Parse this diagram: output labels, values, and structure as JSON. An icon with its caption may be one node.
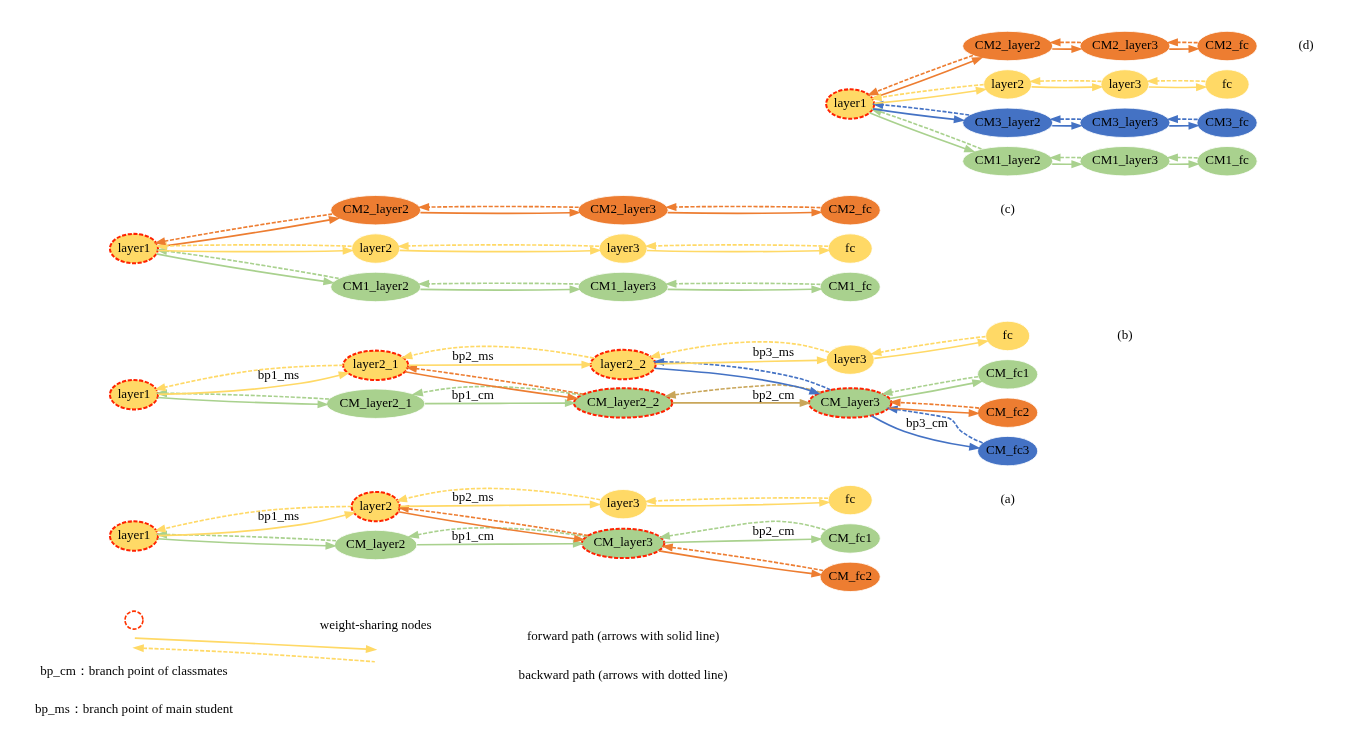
{
  "diagram": {
    "nodes": [
      {
        "text": [
          "CM_fc2"
        ]
      },
      {
        "text": [
          "CM_layer2"
        ]
      },
      {
        "text": [
          "CM_layer3"
        ]
      },
      {
        "text": [
          "CM_fc1"
        ]
      },
      {
        "text": [
          "layer1"
        ]
      },
      {
        "text": [
          "layer2"
        ]
      },
      {
        "text": [
          "layer3"
        ]
      },
      {
        "text": [
          "fc"
        ]
      },
      {
        "text": [
          "CM_fc3"
        ]
      },
      {
        "text": [
          "CM_layer2_1"
        ]
      },
      {
        "text": [
          "CM_layer2_2"
        ]
      },
      {
        "text": [
          "CM_layer3"
        ]
      },
      {
        "text": [
          "CM_fc2"
        ]
      },
      {
        "text": [
          "CM_fc1"
        ]
      },
      {
        "text": [
          "layer1"
        ]
      },
      {
        "text": [
          "layer2_1"
        ]
      },
      {
        "text": [
          "layer2_2"
        ]
      },
      {
        "text": [
          "layer3"
        ]
      },
      {
        "text": [
          "fc"
        ]
      },
      {
        "text": [
          "CM1_layer2"
        ]
      },
      {
        "text": [
          "CM1_layer3"
        ]
      },
      {
        "text": [
          "CM1_fc"
        ]
      },
      {
        "text": [
          "layer1"
        ]
      },
      {
        "text": [
          "layer2"
        ]
      },
      {
        "text": [
          "layer3"
        ]
      },
      {
        "text": [
          "fc"
        ]
      },
      {
        "text": [
          "CM2_layer2"
        ]
      },
      {
        "text": [
          "CM2_layer3"
        ]
      },
      {
        "text": [
          "CM2_fc"
        ]
      },
      {
        "text": [
          "CM1_layer2"
        ]
      },
      {
        "text": [
          "CM1_layer3"
        ]
      },
      {
        "text": [
          "CM1_fc"
        ]
      },
      {
        "text": [
          "CM3_layer2"
        ]
      },
      {
        "text": [
          "CM3_layer3"
        ]
      },
      {
        "text": [
          "CM3_fc"
        ]
      },
      {
        "text": [
          "layer1"
        ]
      },
      {
        "text": [
          "layer2"
        ]
      },
      {
        "text": [
          "layer3"
        ]
      },
      {
        "text": [
          "fc"
        ]
      },
      {
        "text": [
          "CM2_layer2"
        ]
      },
      {
        "text": [
          "CM2_layer3"
        ]
      },
      {
        "text": [
          "CM2_fc"
        ]
      }
    ],
    "edges": [
      {
        "from": 4,
        "to": 1,
        "arrow": "to",
        "color": "#a9d18e"
      },
      {
        "from": 1,
        "to": 4,
        "arrow": "to",
        "style": "dashed",
        "color": "#a9d18e"
      },
      {
        "from": 1,
        "to": 2,
        "arrow": "to",
        "label": "bp1_cm",
        "color": "#a9d18e"
      },
      {
        "from": 2,
        "to": 1,
        "arrow": "to",
        "style": "dashed",
        "color": "#a9d18e"
      },
      {
        "from": 2,
        "to": 3,
        "arrow": "to",
        "label": "bp2_cm",
        "color": "#a9d18e"
      },
      {
        "from": 3,
        "to": 2,
        "arrow": "to",
        "style": "dashed",
        "color": "#a9d18e"
      },
      {
        "from": 5,
        "to": 2,
        "arrow": "to",
        "color": "#ed7d31"
      },
      {
        "from": 2,
        "to": 0,
        "arrow": "to",
        "color": "#ed7d31"
      },
      {
        "from": 0,
        "to": 2,
        "arrow": "to",
        "style": "dashed",
        "color": "#ed7d31"
      },
      {
        "from": 2,
        "to": 5,
        "arrow": "to",
        "style": "dashed",
        "color": "#ed7d31"
      },
      {
        "from": 4,
        "to": 5,
        "arrow": "to",
        "label": "bp1_ms"
      },
      {
        "from": 5,
        "to": 4,
        "arrow": "to",
        "style": "dashed"
      },
      {
        "from": 5,
        "to": 6,
        "arrow": "to",
        "label": "bp2_ms"
      },
      {
        "from": 6,
        "to": 5,
        "arrow": "to",
        "style": "dashed"
      },
      {
        "from": 6,
        "to": 7,
        "arrow": "to"
      },
      {
        "from": 7,
        "to": 6,
        "arrow": "to",
        "style": "dashed"
      },
      {
        "from": 14,
        "to": 9,
        "arrow": "to",
        "color": "#a9d18e"
      },
      {
        "from": 9,
        "to": 14,
        "arrow": "to",
        "style": "dashed",
        "color": "#a9d18e"
      },
      {
        "from": 9,
        "to": 10,
        "arrow": "to",
        "label": "bp1_cm",
        "color": "#a9d18e"
      },
      {
        "from": 10,
        "to": 9,
        "arrow": "to",
        "style": "dashed",
        "color": "#a9d18e"
      },
      {
        "from": 15,
        "to": 10,
        "arrow": "to",
        "color": "#ed7d31"
      },
      {
        "from": 10,
        "to": 15,
        "arrow": "to",
        "style": "dashed",
        "color": "#ed7d31"
      },
      {
        "from": 10,
        "to": 11,
        "arrow": "to",
        "label": "bp2_cm",
        "color": "#c9a65a"
      },
      {
        "from": 11,
        "to": 10,
        "arrow": "to",
        "style": "dashed",
        "color": "#c9a65a"
      },
      {
        "from": 11,
        "to": 12,
        "arrow": "to",
        "color": "#ed7d31"
      },
      {
        "from": 12,
        "to": 11,
        "arrow": "to",
        "style": "dashed",
        "color": "#ed7d31"
      },
      {
        "from": 11,
        "to": 13,
        "arrow": "to",
        "color": "#a9d18e"
      },
      {
        "from": 13,
        "to": 11,
        "arrow": "to",
        "style": "dashed",
        "color": "#a9d18e"
      },
      {
        "from": 16,
        "to": 11,
        "arrow": "to",
        "color": "#4472c4"
      },
      {
        "from": 11,
        "to": 16,
        "arrow": "to",
        "style": "dashed",
        "color": "#4472c4"
      },
      {
        "from": 11,
        "to": 8,
        "arrow": "to",
        "label": "bp3_cm",
        "color": "#4472c4"
      },
      {
        "from": 8,
        "to": 11,
        "arrow": "to",
        "style": "dashed",
        "color": "#4472c4"
      },
      {
        "from": 14,
        "to": 15,
        "arrow": "to",
        "label": "bp1_ms"
      },
      {
        "from": 15,
        "to": 14,
        "arrow": "to",
        "style": "dashed"
      },
      {
        "from": 15,
        "to": 16,
        "arrow": "to",
        "label": "bp2_ms"
      },
      {
        "from": 16,
        "to": 15,
        "arrow": "to",
        "style": "dashed"
      },
      {
        "from": 16,
        "to": 17,
        "arrow": "to",
        "label": "bp3_ms"
      },
      {
        "from": 17,
        "to": 16,
        "arrow": "to",
        "style": "dashed"
      },
      {
        "from": 17,
        "to": 18,
        "arrow": "to"
      },
      {
        "from": 18,
        "to": 17,
        "arrow": "to",
        "style": "dashed"
      },
      {
        "from": 22,
        "to": 19,
        "arrow": "to",
        "color": "#a9d18e"
      },
      {
        "from": 19,
        "to": 22,
        "arrow": "to",
        "style": "dashed",
        "color": "#a9d18e"
      },
      {
        "from": 19,
        "to": 20,
        "arrow": "to",
        "color": "#a9d18e"
      },
      {
        "from": 20,
        "to": 19,
        "arrow": "to",
        "style": "dashed",
        "color": "#a9d18e"
      },
      {
        "from": 20,
        "to": 21,
        "arrow": "to",
        "color": "#a9d18e"
      },
      {
        "from": 21,
        "to": 20,
        "arrow": "to",
        "style": "dashed",
        "color": "#a9d18e"
      },
      {
        "from": 22,
        "to": 23,
        "arrow": "to"
      },
      {
        "from": 23,
        "to": 22,
        "arrow": "to",
        "style": "dashed"
      },
      {
        "from": 23,
        "to": 24,
        "arrow": "to"
      },
      {
        "from": 24,
        "to": 23,
        "arrow": "to",
        "style": "dashed"
      },
      {
        "from": 24,
        "to": 25,
        "arrow": "to"
      },
      {
        "from": 25,
        "to": 24,
        "arrow": "to",
        "style": "dashed"
      },
      {
        "from": 22,
        "to": 26,
        "arrow": "to",
        "color": "#ed7d31"
      },
      {
        "from": 26,
        "to": 22,
        "arrow": "to",
        "style": "dashed",
        "color": "#ed7d31"
      },
      {
        "from": 26,
        "to": 27,
        "arrow": "to",
        "color": "#ed7d31"
      },
      {
        "from": 27,
        "to": 26,
        "arrow": "to",
        "style": "dashed",
        "color": "#ed7d31"
      },
      {
        "from": 27,
        "to": 28,
        "arrow": "to",
        "color": "#ed7d31"
      },
      {
        "from": 28,
        "to": 27,
        "arrow": "to",
        "style": "dashed",
        "color": "#ed7d31"
      },
      {
        "from": 35,
        "to": 29,
        "arrow": "to",
        "color": "#a9d18e"
      },
      {
        "from": 29,
        "to": 35,
        "arrow": "to",
        "style": "dashed",
        "color": "#a9d18e"
      },
      {
        "from": 29,
        "to": 30,
        "arrow": "to",
        "color": "#a9d18e"
      },
      {
        "from": 30,
        "to": 29,
        "arrow": "to",
        "style": "dashed",
        "color": "#a9d18e"
      },
      {
        "from": 30,
        "to": 31,
        "arrow": "to",
        "color": "#a9d18e"
      },
      {
        "from": 31,
        "to": 30,
        "arrow": "to",
        "style": "dashed",
        "color": "#a9d18e"
      },
      {
        "from": 35,
        "to": 32,
        "arrow": "to",
        "color": "#4472c4"
      },
      {
        "from": 32,
        "to": 35,
        "arrow": "to",
        "style": "dashed",
        "color": "#4472c4"
      },
      {
        "from": 32,
        "to": 33,
        "arrow": "to",
        "color": "#4472c4"
      },
      {
        "from": 33,
        "to": 32,
        "arrow": "to",
        "style": "dashed",
        "color": "#4472c4"
      },
      {
        "from": 33,
        "to": 34,
        "arrow": "to",
        "color": "#4472c4"
      },
      {
        "from": 34,
        "to": 33,
        "arrow": "to",
        "style": "dashed",
        "color": "#4472c4"
      },
      {
        "from": 35,
        "to": 36,
        "arrow": "to"
      },
      {
        "from": 36,
        "to": 35,
        "arrow": "to",
        "style": "dashed"
      },
      {
        "from": 36,
        "to": 37,
        "arrow": "to"
      },
      {
        "from": 37,
        "to": 36,
        "arrow": "to",
        "style": "dashed"
      },
      {
        "from": 37,
        "to": 38,
        "arrow": "to"
      },
      {
        "from": 38,
        "to": 37,
        "arrow": "to",
        "style": "dashed"
      },
      {
        "from": 35,
        "to": 39,
        "arrow": "to",
        "color": "#ed7d31"
      },
      {
        "from": 39,
        "to": 35,
        "arrow": "to",
        "style": "dashed",
        "color": "#ed7d31"
      },
      {
        "from": 39,
        "to": 40,
        "arrow": "to",
        "color": "#ed7d31"
      },
      {
        "from": 40,
        "to": 39,
        "arrow": "to",
        "style": "dashed",
        "color": "#ed7d31"
      },
      {
        "from": 40,
        "to": 41,
        "arrow": "to",
        "color": "#ed7d31"
      },
      {
        "from": 41,
        "to": 40,
        "arrow": "to",
        "style": "dashed",
        "color": "#ed7d31"
      }
    ],
    "labels": [
      "bp_cm：branch point of classmates",
      "bp_ms：branch point of main student",
      "(a)",
      "(b)",
      "(c)",
      "(d)"
    ],
    "legend": [
      {
        "text": "weight-sharing nodes"
      },
      {
        "text": "forward path (arrows with solid line)"
      },
      {
        "text": "backward path (arrows with dotted line)"
      }
    ]
  }
}
